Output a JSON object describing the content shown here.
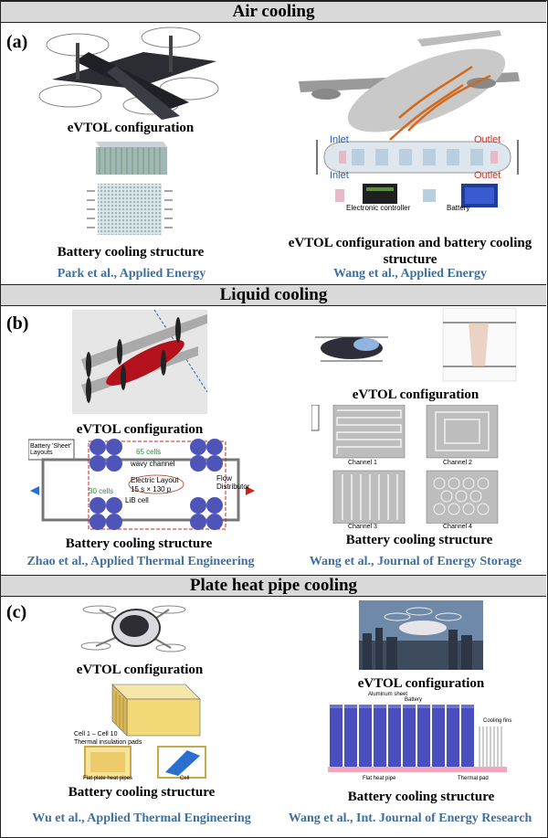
{
  "sections": [
    {
      "title": "Air cooling",
      "panel": "(a)"
    },
    {
      "title": "Liquid cooling",
      "panel": "(b)"
    },
    {
      "title": "Plate heat pipe cooling",
      "panel": "(c)"
    }
  ],
  "air": {
    "left_config": "eVTOL configuration",
    "left_structure": "Battery cooling structure",
    "left_ref": "Park et al., Applied Energy",
    "right_caption": "eVTOL configuration and battery cooling structure",
    "right_ref": "Wang et al., Applied Energy",
    "inlet": "Inlet",
    "outlet": "Outlet",
    "controller": "Electronic controller",
    "battery": "Battery"
  },
  "liquid": {
    "left_config": "eVTOL configuration",
    "left_structure": "Battery cooling structure",
    "left_ref": "Zhao et al., Applied Thermal Engineering",
    "right_config": "eVTOL configuration",
    "right_structure": "Battery cooling structure",
    "right_ref": "Wang et al., Journal of Energy Storage",
    "sheet_layouts": "Battery 'Sheet' Layouts",
    "cells65": "65 cells",
    "cells30": "30 cells",
    "wavy": "wavy channel",
    "electric_layout": "Electric Layout",
    "electric_value": "15 s × 130 p",
    "lib_cell": "LiB cell",
    "flow_dist": "Flow Distributor",
    "ch1": "Channel 1",
    "ch2": "Channel 2",
    "ch3": "Channel 3",
    "ch4": "Channel 4"
  },
  "plate": {
    "left_config": "eVTOL configuration",
    "left_structure": "Battery cooling structure",
    "left_ref": "Wu et al., Applied Thermal Engineering",
    "right_config": "eVTOL configuration",
    "right_structure": "Battery cooling structure",
    "right_ref": "Wang et al., Int. Journal of Energy Research",
    "cell_range": "Cell 1 – Cell 10",
    "thermal_pads": "Thermal insulation pads",
    "flat_pipes": "Flat plate heat pipes",
    "cell": "Cell",
    "aluminum_sheet": "Aluminum sheet",
    "battery": "Battery",
    "cooling_fins": "Cooling fins",
    "flat_heat_pipe": "Flat heat pipe",
    "thermal_pad": "Thermal pad"
  },
  "colors": {
    "header_bg": "#d9d9d9",
    "ref_blue": "#3f6f9f",
    "plane_red": "#b3121d",
    "battery_blue": "#4a4fc0",
    "cell_blue": "#4f55b8",
    "panel_yellow": "#f3d878"
  }
}
